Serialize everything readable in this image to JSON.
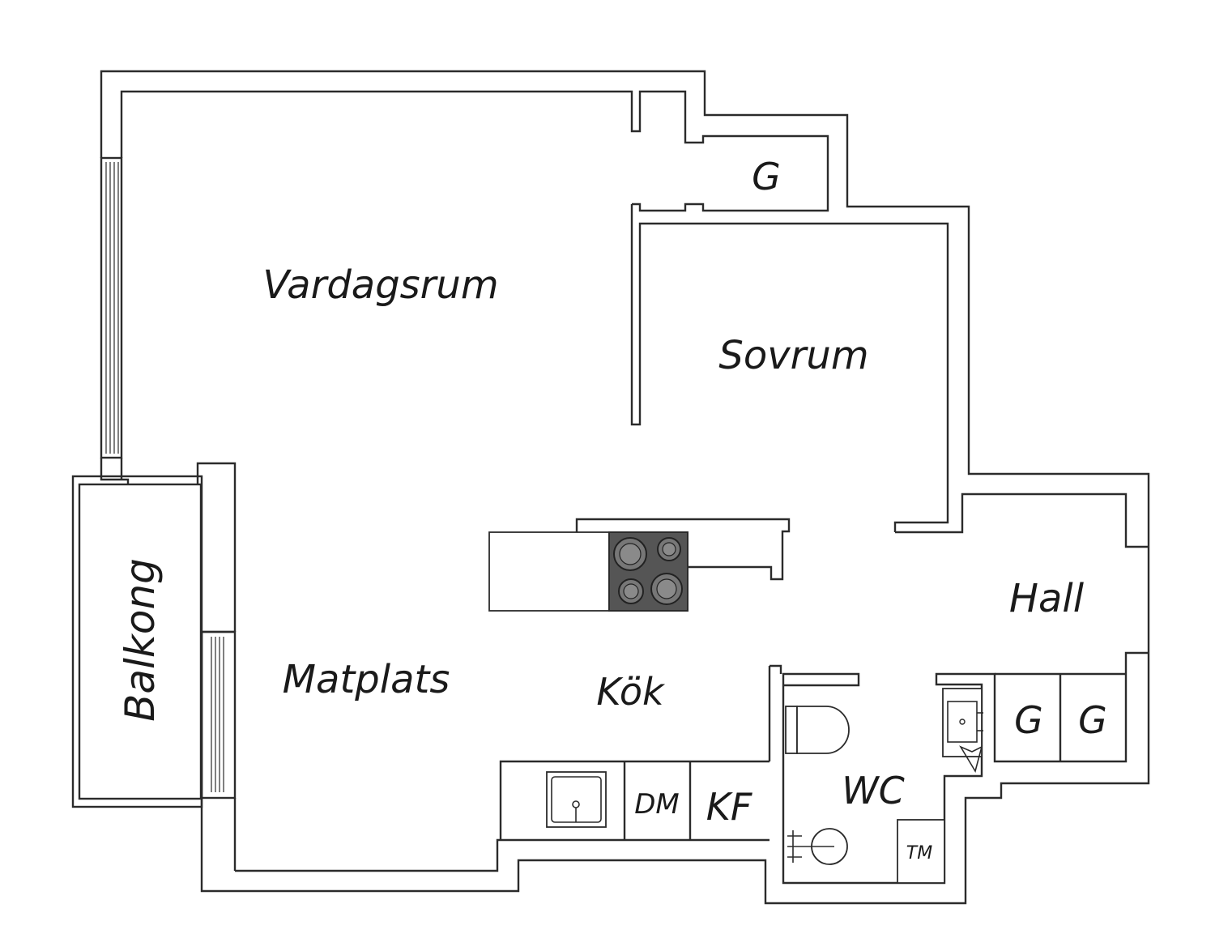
{
  "rooms": {
    "vardagsrum": "Vardagsrum",
    "sovrum": "Sovrum",
    "storage_top": "G",
    "balkong": "Balkong",
    "matplats": "Matplats",
    "kok": "Kök",
    "hall": "Hall",
    "wc": "WC",
    "storage_hall_1": "G",
    "storage_hall_2": "G"
  },
  "appliances": {
    "dishwasher": "DM",
    "fridge_freezer": "KF",
    "washing_machine": "TM"
  },
  "colors": {
    "line": "#2b2b2b",
    "hob": "#555555",
    "background": "#ffffff"
  }
}
